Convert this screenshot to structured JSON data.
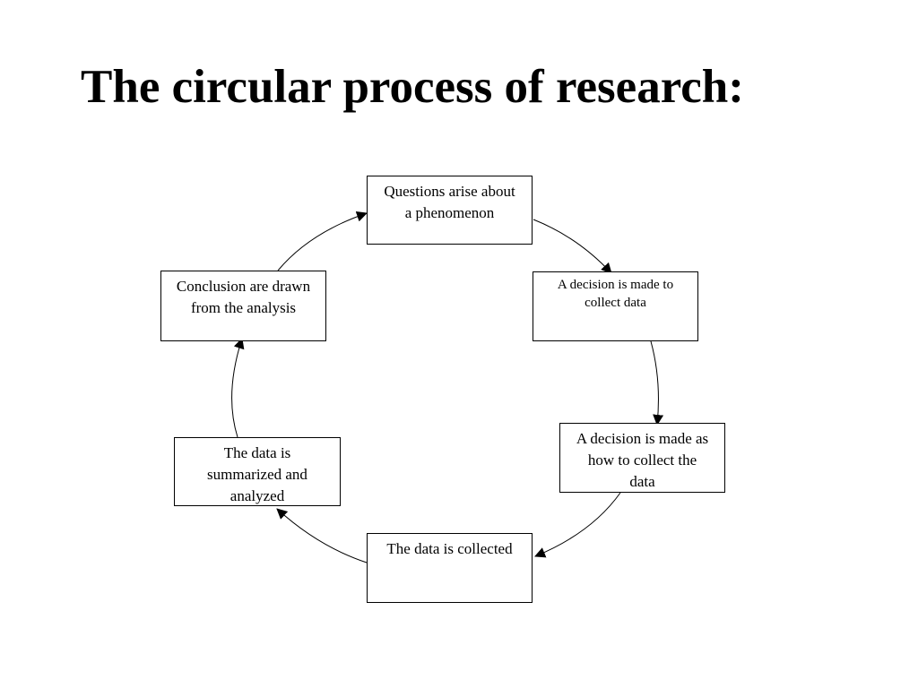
{
  "title": "The circular process of research:",
  "diagram": {
    "type": "cycle",
    "steps": [
      {
        "id": "questions",
        "text": "Questions arise about\na phenomenon"
      },
      {
        "id": "decision-collect",
        "text": "A decision is made to\ncollect data"
      },
      {
        "id": "decision-how",
        "text": "A decision is made as\nhow to collect  the\ndata"
      },
      {
        "id": "collected",
        "text": "The data is collected"
      },
      {
        "id": "summarized",
        "text": "The data is\nsummarized and\nanalyzed"
      },
      {
        "id": "conclusion",
        "text": "Conclusion are drawn\nfrom the analysis"
      }
    ],
    "edges": [
      {
        "from": "questions",
        "to": "decision-collect"
      },
      {
        "from": "decision-collect",
        "to": "decision-how"
      },
      {
        "from": "decision-how",
        "to": "collected"
      },
      {
        "from": "collected",
        "to": "summarized"
      },
      {
        "from": "summarized",
        "to": "conclusion"
      },
      {
        "from": "conclusion",
        "to": "questions"
      }
    ],
    "line_color": "#000000"
  }
}
